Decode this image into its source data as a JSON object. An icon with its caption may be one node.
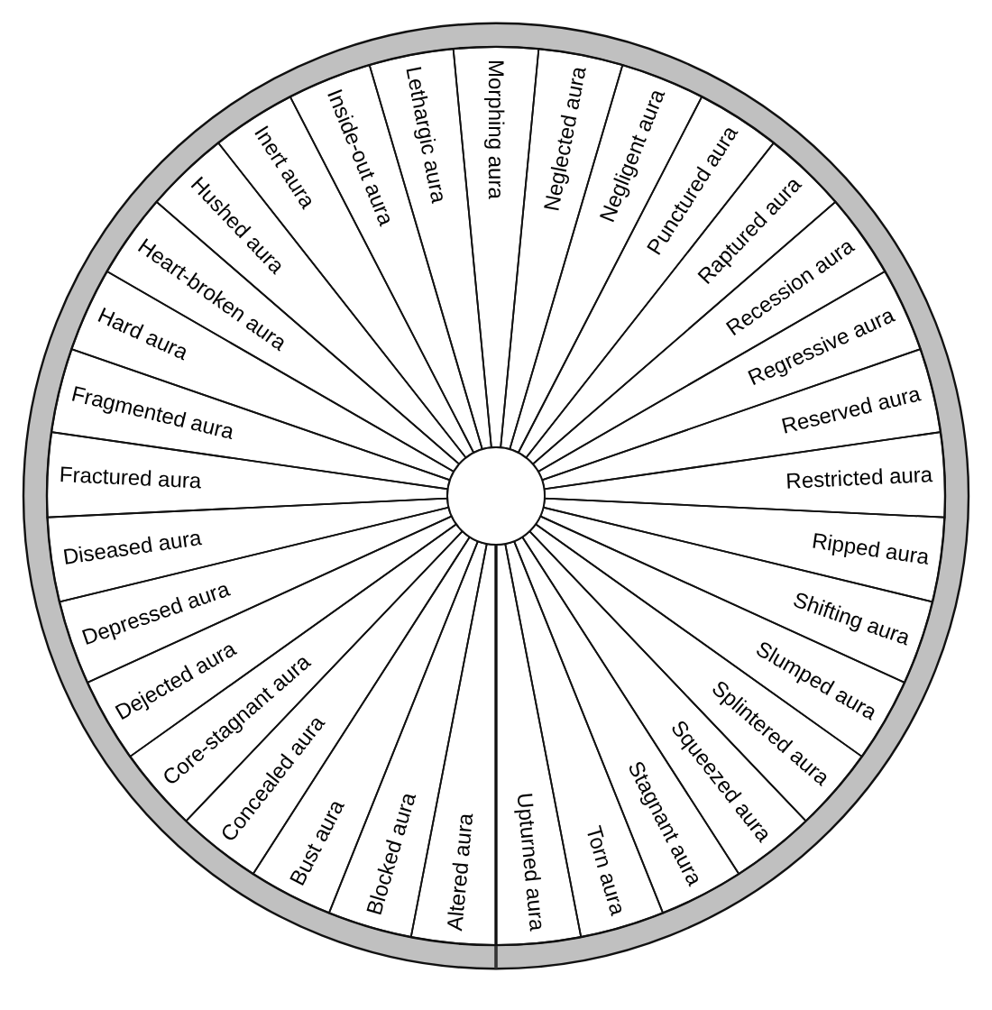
{
  "diagram": {
    "nodes": [
      {
        "text": [
          "Altered aura"
        ]
      },
      {
        "text": [
          "Blocked aura"
        ]
      },
      {
        "text": [
          "Bust aura"
        ]
      },
      {
        "text": [
          "Concealed aura"
        ]
      },
      {
        "text": [
          "Core-stagnant aura"
        ]
      },
      {
        "text": [
          "Dejected aura"
        ]
      },
      {
        "text": [
          "Depressed aura"
        ]
      },
      {
        "text": [
          "Diseased aura"
        ]
      },
      {
        "text": [
          "Fractured aura"
        ]
      },
      {
        "text": [
          "Fragmented aura"
        ]
      },
      {
        "text": [
          "Hard aura"
        ]
      },
      {
        "text": [
          "Heart-broken aura"
        ]
      },
      {
        "text": [
          "Hushed aura"
        ]
      },
      {
        "text": [
          "Inert aura"
        ]
      },
      {
        "text": [
          "Inside-out aura"
        ]
      },
      {
        "text": [
          "Lethargic aura"
        ]
      },
      {
        "text": [
          "Morphing aura"
        ]
      },
      {
        "text": [
          "Neglected aura"
        ]
      },
      {
        "text": [
          "Negligent aura"
        ]
      },
      {
        "text": [
          "Punctured aura"
        ]
      },
      {
        "text": [
          "Raptured aura"
        ]
      },
      {
        "text": [
          "Recession aura"
        ]
      },
      {
        "text": [
          "Regressive aura"
        ]
      },
      {
        "text": [
          "Reserved aura"
        ]
      },
      {
        "text": [
          "Restricted aura"
        ]
      },
      {
        "text": [
          "Ripped aura"
        ]
      },
      {
        "text": [
          "Shifting aura"
        ]
      },
      {
        "text": [
          "Slumped aura"
        ]
      },
      {
        "text": [
          "Splintered aura"
        ]
      },
      {
        "text": [
          "Squeezed aura"
        ]
      },
      {
        "text": [
          "Stagnant aura"
        ]
      },
      {
        "text": [
          "Torn aura"
        ]
      },
      {
        "text": [
          "Upturned aura"
        ]
      }
    ]
  }
}
